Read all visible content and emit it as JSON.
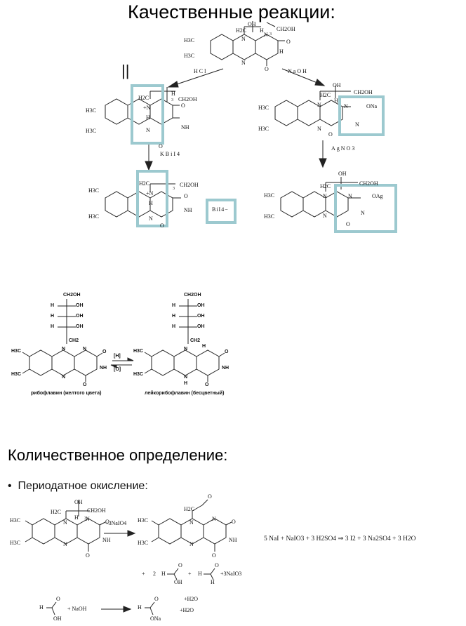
{
  "headings": {
    "qualitative": "Качественные реакции:",
    "quantitative": "Количественное определение:",
    "bullet": "Периодатное окисление:"
  },
  "colors": {
    "highlight": "#9cc9cf",
    "lines": "#222222"
  },
  "scheme_top": {
    "start": {
      "me1": "H3C",
      "me2": "H3C",
      "n10": "N",
      "n1": "N",
      "n3": "N",
      "nh": "H",
      "o2": "O",
      "o4": "O",
      "ch2": "H2C",
      "oh": "OH",
      "h": "H",
      "n3sub": "3",
      "ch2oh": "CH2OH"
    },
    "reagent_acid": "HCl",
    "reagent_base": "NaOH",
    "mark": "||",
    "acid_product": {
      "me1": "H3C",
      "me2": "H3C",
      "ch2": "H2C",
      "nplus": "+N",
      "nh": "H",
      "n": "N",
      "o": "O",
      "nh2": "NH",
      "h": "H",
      "n3sub": "3",
      "ch2oh": "CH2OH"
    },
    "reagent_kbi": "KBiI4",
    "acid_salt": {
      "me1": "H3C",
      "me2": "H3C",
      "ch2": "H2C",
      "nplus": "+N",
      "nh": "H",
      "n": "N",
      "o": "O",
      "nh2": "NH",
      "n3sub": "3",
      "ch2oh": "CH2OH",
      "anion": "BiI4−"
    },
    "base_product": {
      "me1": "H3C",
      "me2": "H3C",
      "n": "N",
      "ch2": "H2C",
      "oh": "OH",
      "h": "H",
      "ch2oh": "CH2OH",
      "ona": "ONa",
      "o": "O"
    },
    "reagent_ag": "AgNO3",
    "base_salt": {
      "me1": "H3C",
      "me2": "H3C",
      "n": "N",
      "ch2": "H2C",
      "oh": "OH",
      "ch2oh": "CH2OH",
      "oag": "OAg",
      "o": "O"
    }
  },
  "redox": {
    "left": {
      "ch2oh": "CH2OH",
      "h": "H",
      "oh": "OH",
      "ch2": "CH2",
      "me": "H3C",
      "n": "N",
      "o": "O",
      "nh": "NH",
      "label": "рибофлавин (желтого цвета)"
    },
    "right": {
      "ch2oh": "CH2OH",
      "h": "H",
      "oh": "OH",
      "ch2": "CH2",
      "me": "H3C",
      "n": "N",
      "hn": "H",
      "o": "O",
      "nh": "NH",
      "label": "лейкорибофлавин (бесцветный)"
    },
    "arrow_top": "[H]",
    "arrow_bottom": "[O]"
  },
  "periodate": {
    "start": {
      "me1": "H3C",
      "me2": "H3C",
      "ch2": "H2C",
      "oh": "OH",
      "h": "H",
      "n3sub": "3",
      "ch2oh": "CH2OH",
      "n": "N",
      "o": "O",
      "nh": "NH"
    },
    "reagent": "+3NaIO4",
    "product": {
      "me1": "H3C",
      "me2": "H3C",
      "ch2": "H2C",
      "o": "O",
      "n": "N",
      "nh": "NH"
    },
    "byproducts": {
      "plus": "+",
      "coef": "2",
      "h": "H",
      "o": "O",
      "oh": "OH",
      "plus2": "+",
      "tail": "+3NaIO3"
    },
    "equation": "5 NaI  +  NaIO3  +  3 H2SO4   ⇒   3 I2  +  3 Na2SO4  +  3 H2O",
    "neutral": {
      "h": "H",
      "o": "O",
      "oh": "OH",
      "naoh": "+ NaOH",
      "ona": "ONa",
      "water1": "+H2O",
      "water2": "+H2O"
    }
  }
}
